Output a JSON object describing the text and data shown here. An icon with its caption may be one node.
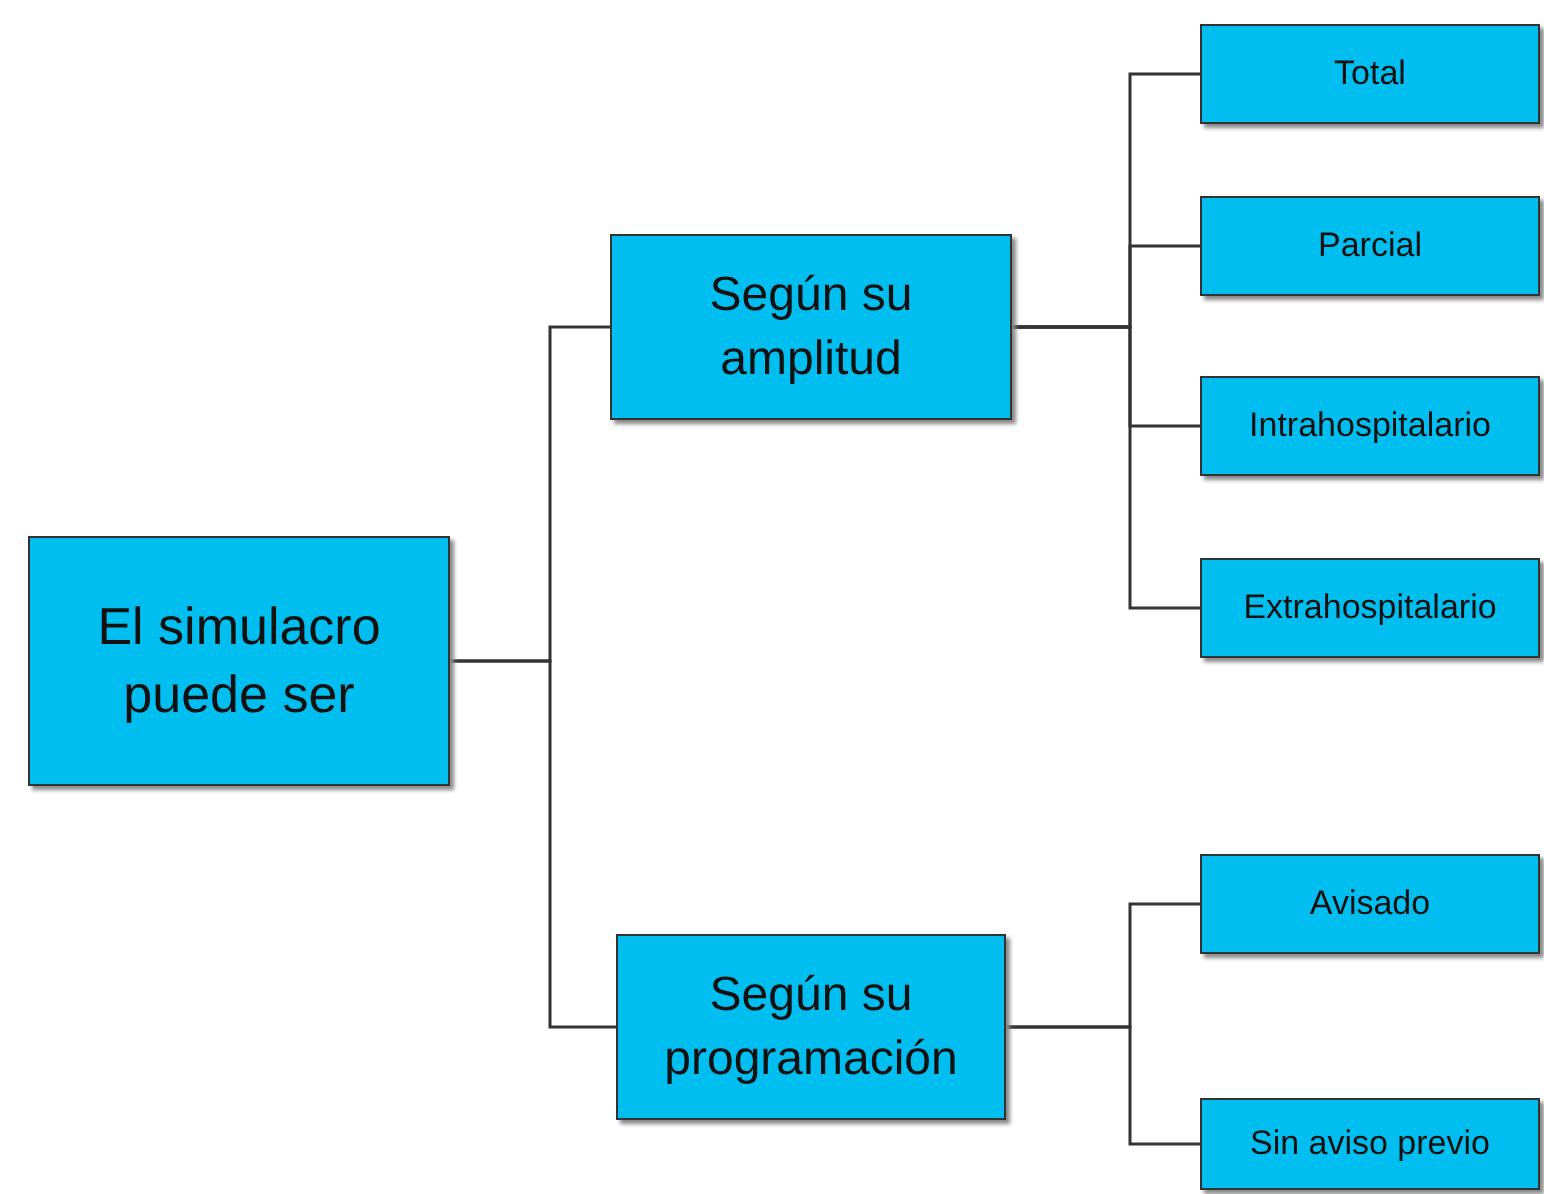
{
  "diagram": {
    "nodes": [
      {
        "text": [
          "El simulacro puede ser"
        ]
      },
      {
        "text": [
          "Según su amplitud"
        ]
      },
      {
        "text": [
          "Según su programación"
        ]
      },
      {
        "text": [
          "Total"
        ]
      },
      {
        "text": [
          "Parcial"
        ]
      },
      {
        "text": [
          "Intrahospitalario"
        ]
      },
      {
        "text": [
          "Extrahospitalario"
        ]
      },
      {
        "text": [
          "Avisado"
        ]
      },
      {
        "text": [
          "Sin aviso previo"
        ]
      }
    ],
    "edges": [
      {
        "from": 0,
        "to": 1,
        "arrow": "none"
      },
      {
        "from": 0,
        "to": 2,
        "arrow": "none"
      },
      {
        "from": 1,
        "to": 3,
        "arrow": "none"
      },
      {
        "from": 1,
        "to": 4,
        "arrow": "none"
      },
      {
        "from": 1,
        "to": 5,
        "arrow": "none"
      },
      {
        "from": 1,
        "to": 6,
        "arrow": "none"
      },
      {
        "from": 2,
        "to": 7,
        "arrow": "none"
      },
      {
        "from": 2,
        "to": 8,
        "arrow": "none"
      }
    ]
  }
}
